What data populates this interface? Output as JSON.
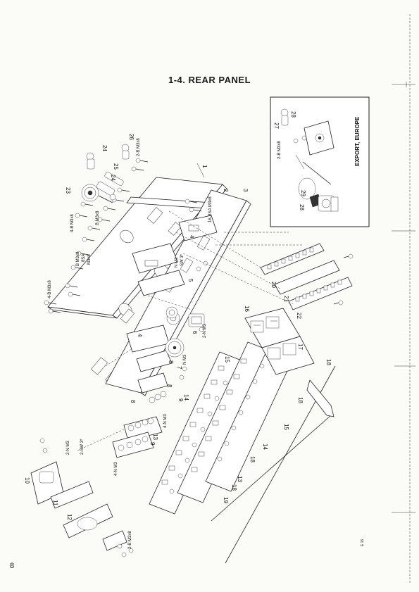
{
  "title": "1-4.  REAR PANEL",
  "page_number": "8",
  "corner_mark": "E 16",
  "inset_label": "EXPORT, EUROPE",
  "part_numbers": [
    "1",
    "2",
    "3",
    "4",
    "4",
    "5",
    "6",
    "7",
    "8",
    "8",
    "8",
    "9",
    "9",
    "10",
    "11",
    "12",
    "13",
    "13",
    "14",
    "14",
    "15",
    "15",
    "16",
    "17",
    "18",
    "18",
    "18",
    "18",
    "19",
    "20",
    "21",
    "22",
    "23",
    "24",
    "24",
    "25",
    "26",
    "27",
    "28",
    "28",
    "29"
  ],
  "hardware_labels": {
    "h1": "2-B M3x8",
    "h2": "16-BSA M3x8",
    "h3": "4-B M3x8",
    "h4": "B M3x8",
    "h5": "8SA",
    "h6": "M3x8",
    "h7": "B M3x8",
    "h8": "4-B M3x8",
    "h9": "N M3",
    "h10": "SW 3*",
    "h11": "2-N M3",
    "h12": "N M3",
    "h13": "4-N M3",
    "h14": "2-N M3",
    "h15": "2-SW 3*",
    "h16": "4-N M3",
    "h17": "2-B M3x8",
    "h18": "2-B M3x8"
  }
}
